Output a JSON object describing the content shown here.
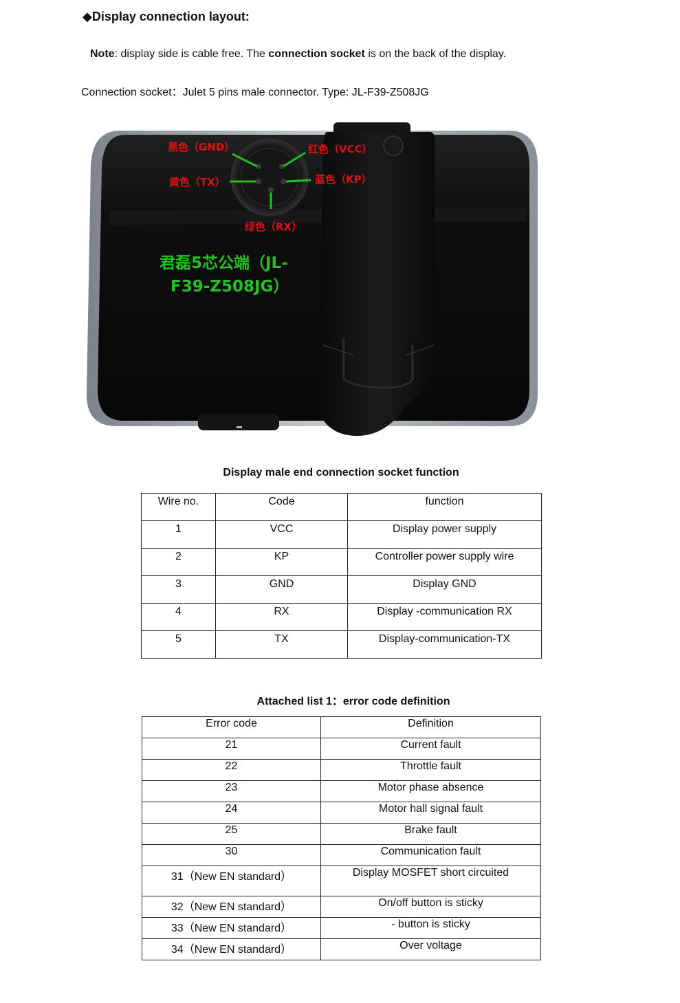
{
  "heading": "◆Display connection layout:",
  "note": {
    "prefix": "Note",
    "part1": ": display side is cable free. The ",
    "bold": "connection socket",
    "part2": " is on the back of the display."
  },
  "socket_line": "Connection socket：Julet 5 pins male connector. Type: JL-F39-Z508JG",
  "diagram": {
    "pin_labels": {
      "gnd": "黑色（GND）",
      "vcc": "红色（VCC）",
      "tx": "黄色（TX）",
      "kp": "蓝色（KP）",
      "rx": "绿色（RX）"
    },
    "connector_line1": "君磊5芯公端（JL-",
    "connector_line2": "F39-Z508JG）",
    "colors": {
      "label_red": "#e01010",
      "label_green": "#22c022",
      "body": "#121212",
      "rim": "#9aa0a8"
    }
  },
  "socket_table": {
    "caption": "Display male end connection socket function",
    "headers": [
      "Wire no.",
      "Code",
      "function"
    ],
    "rows": [
      [
        "1",
        "VCC",
        "Display power supply"
      ],
      [
        "2",
        "KP",
        "Controller power supply wire"
      ],
      [
        "3",
        "GND",
        "Display GND"
      ],
      [
        "4",
        "RX",
        "Display -communication RX"
      ],
      [
        "5",
        "TX",
        "Display-communication-TX"
      ]
    ]
  },
  "error_table": {
    "caption": "Attached list 1：error code definition",
    "headers": [
      "Error code",
      "Definition"
    ],
    "rows": [
      [
        "21",
        "Current fault"
      ],
      [
        "22",
        "Throttle fault"
      ],
      [
        "23",
        "Motor phase absence"
      ],
      [
        "24",
        "Motor hall signal fault"
      ],
      [
        "25",
        "Brake fault"
      ],
      [
        "30",
        "Communication fault"
      ],
      [
        "31（New EN standard）",
        "Display MOSFET short circuited"
      ],
      [
        "32（New EN standard）",
        "On/off button is sticky"
      ],
      [
        "33（New EN standard）",
        "- button is sticky"
      ],
      [
        "34（New EN standard）",
        "Over voltage"
      ]
    ]
  }
}
